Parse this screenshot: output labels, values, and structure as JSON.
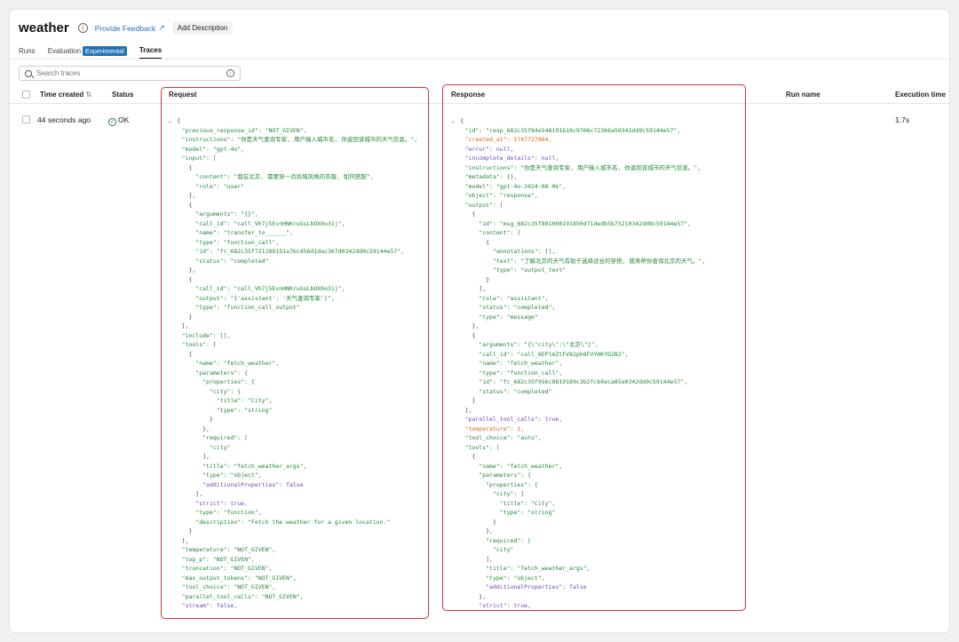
{
  "header": {
    "title": "weather",
    "feedback": "Provide Feedback",
    "add_description": "Add Description"
  },
  "tabs": {
    "runs": "Runs",
    "evaluation": "Evaluation",
    "experimental": "Experimental",
    "traces": "Traces"
  },
  "search": {
    "placeholder": "Search traces"
  },
  "columns": {
    "time": "Time created",
    "status": "Status",
    "request": "Request",
    "response": "Response",
    "run_name": "Run name",
    "exec_time": "Execution time"
  },
  "row": {
    "time": "44 seconds ago",
    "status": "OK",
    "exec_time": "1.7s"
  },
  "request_lines": [
    [
      "p",
      "{"
    ],
    [
      "k",
      "  \"previous_response_id\": \"NOT_GIVEN\","
    ],
    [
      "k",
      "  \"instructions\": \"你是天气查询专家, 用户输入城市名, 你返回该城市的天气信息。\","
    ],
    [
      "k",
      "  \"model\": \"gpt-4o\","
    ],
    [
      "k",
      "  \"input\": ["
    ],
    [
      "p",
      "    {"
    ],
    [
      "k",
      "      \"content\": \"我在北京, 需要穿一点异域风格的衣服, 如何搭配\","
    ],
    [
      "k",
      "      \"role\": \"user\""
    ],
    [
      "p",
      "    },"
    ],
    [
      "p",
      "    {"
    ],
    [
      "k",
      "      \"arguments\": \"{}\","
    ],
    [
      "k",
      "      \"call_id\": \"call_Vh7j5EvnHNKruGsLbOX0o31j\","
    ],
    [
      "k",
      "      \"name\": \"transfer_to______\","
    ],
    [
      "k",
      "      \"type\": \"function_call\","
    ],
    [
      "k",
      "      \"id\": \"fc_682c35f721288191a7bcd56d1dac367d0342dd9c59144e57\","
    ],
    [
      "k",
      "      \"status\": \"completed\""
    ],
    [
      "p",
      "    },"
    ],
    [
      "p",
      "    {"
    ],
    [
      "k",
      "      \"call_id\": \"call_Vh7j5EvnHNKruGsLbOX0o31j\","
    ],
    [
      "k",
      "      \"output\": \"{'assistant': '天气查询专家'}\","
    ],
    [
      "k",
      "      \"type\": \"function_call_output\""
    ],
    [
      "p",
      "    }"
    ],
    [
      "p",
      "  ],"
    ],
    [
      "k",
      "  \"include\": [],"
    ],
    [
      "k",
      "  \"tools\": ["
    ],
    [
      "p",
      "    {"
    ],
    [
      "k",
      "      \"name\": \"fetch_weather\","
    ],
    [
      "k",
      "      \"parameters\": {"
    ],
    [
      "k",
      "        \"properties\": {"
    ],
    [
      "k",
      "          \"city\": {"
    ],
    [
      "k",
      "            \"title\": \"City\","
    ],
    [
      "k",
      "            \"type\": \"string\""
    ],
    [
      "p",
      "          }"
    ],
    [
      "p",
      "        },"
    ],
    [
      "k",
      "        \"required\": ["
    ],
    [
      "k",
      "          \"city\""
    ],
    [
      "p",
      "        ],"
    ],
    [
      "k",
      "        \"title\": \"fetch_weather_args\","
    ],
    [
      "k",
      "        \"type\": \"object\","
    ],
    [
      "b",
      "        \"additionalProperties\": false"
    ],
    [
      "p",
      "      },"
    ],
    [
      "b",
      "      \"strict\": true,"
    ],
    [
      "k",
      "      \"type\": \"function\","
    ],
    [
      "k",
      "      \"description\": \"Fetch the weather for a given location.\""
    ],
    [
      "p",
      "    }"
    ],
    [
      "p",
      "  ],"
    ],
    [
      "k",
      "  \"temperature\": \"NOT_GIVEN\","
    ],
    [
      "k",
      "  \"top_p\": \"NOT_GIVEN\","
    ],
    [
      "k",
      "  \"truncation\": \"NOT_GIVEN\","
    ],
    [
      "k",
      "  \"max_output_tokens\": \"NOT_GIVEN\","
    ],
    [
      "k",
      "  \"tool_choice\": \"NOT_GIVEN\","
    ],
    [
      "k",
      "  \"parallel_tool_calls\": \"NOT_GIVEN\","
    ],
    [
      "b",
      "  \"stream\": false,"
    ]
  ],
  "response_lines": [
    [
      "p",
      "{"
    ],
    [
      "k",
      "  \"id\": \"resp_682c35f84e548191b10c9706c72366a50342dd9c59144e57\","
    ],
    [
      "n",
      "  \"created_at\": 1747727864,"
    ],
    [
      "b",
      "  \"error\": null,"
    ],
    [
      "b",
      "  \"incomplete_details\": null,"
    ],
    [
      "k",
      "  \"instructions\": \"你是天气查询专家, 用户输入城市名, 你返回该城市的天气信息。\","
    ],
    [
      "k",
      "  \"metadata\": {},"
    ],
    [
      "k",
      "  \"model\": \"gpt-4o-2024-08-06\","
    ],
    [
      "k",
      "  \"object\": \"response\","
    ],
    [
      "k",
      "  \"output\": ["
    ],
    [
      "p",
      "    {"
    ],
    [
      "k",
      "      \"id\": \"msg_682c35f891008191850d71dedb5b75210342dd9c59144e57\","
    ],
    [
      "k",
      "      \"content\": ["
    ],
    [
      "p",
      "        {"
    ],
    [
      "k",
      "          \"annotations\": [],"
    ],
    [
      "k",
      "          \"text\": \"了解北京的天气有助于选择适合的穿搭, 我来帮你查询北京的天气。\","
    ],
    [
      "k",
      "          \"type\": \"output_text\""
    ],
    [
      "p",
      "        }"
    ],
    [
      "p",
      "      ],"
    ],
    [
      "k",
      "      \"role\": \"assistant\","
    ],
    [
      "k",
      "      \"status\": \"completed\","
    ],
    [
      "k",
      "      \"type\": \"message\""
    ],
    [
      "p",
      "    },"
    ],
    [
      "p",
      "    {"
    ],
    [
      "k",
      "      \"arguments\": \"{\\\"city\\\":\\\"北京\\\"}\","
    ],
    [
      "k",
      "      \"call_id\": \"call_6EPlmZtFV82pk6FVYHKYD2B2\","
    ],
    [
      "k",
      "      \"name\": \"fetch_weather\","
    ],
    [
      "k",
      "      \"type\": \"function_call\","
    ],
    [
      "k",
      "      \"id\": \"fc_682c35f956c8819189c3b2fcb0aca85a0342dd9c59144e57\","
    ],
    [
      "k",
      "      \"status\": \"completed\""
    ],
    [
      "p",
      "    }"
    ],
    [
      "p",
      "  ],"
    ],
    [
      "b",
      "  \"parallel_tool_calls\": true,"
    ],
    [
      "n",
      "  \"temperature\": 1,"
    ],
    [
      "k",
      "  \"tool_choice\": \"auto\","
    ],
    [
      "k",
      "  \"tools\": ["
    ],
    [
      "p",
      "    {"
    ],
    [
      "k",
      "      \"name\": \"fetch_weather\","
    ],
    [
      "k",
      "      \"parameters\": {"
    ],
    [
      "k",
      "        \"properties\": {"
    ],
    [
      "k",
      "          \"city\": {"
    ],
    [
      "k",
      "            \"title\": \"City\","
    ],
    [
      "k",
      "            \"type\": \"string\""
    ],
    [
      "p",
      "          }"
    ],
    [
      "p",
      "        },"
    ],
    [
      "k",
      "        \"required\": ["
    ],
    [
      "k",
      "          \"city\""
    ],
    [
      "p",
      "        ],"
    ],
    [
      "k",
      "        \"title\": \"fetch_weather_args\","
    ],
    [
      "k",
      "        \"type\": \"object\","
    ],
    [
      "b",
      "        \"additionalProperties\": false"
    ],
    [
      "p",
      "      },"
    ],
    [
      "b",
      "      \"strict\": true,"
    ]
  ],
  "colors": {
    "link": "#2272b4",
    "highlight_border": "#e0303a",
    "ok": "#277c43",
    "json_string": "#22863a",
    "json_number": "#e36209",
    "json_keyword": "#6f42c1"
  }
}
